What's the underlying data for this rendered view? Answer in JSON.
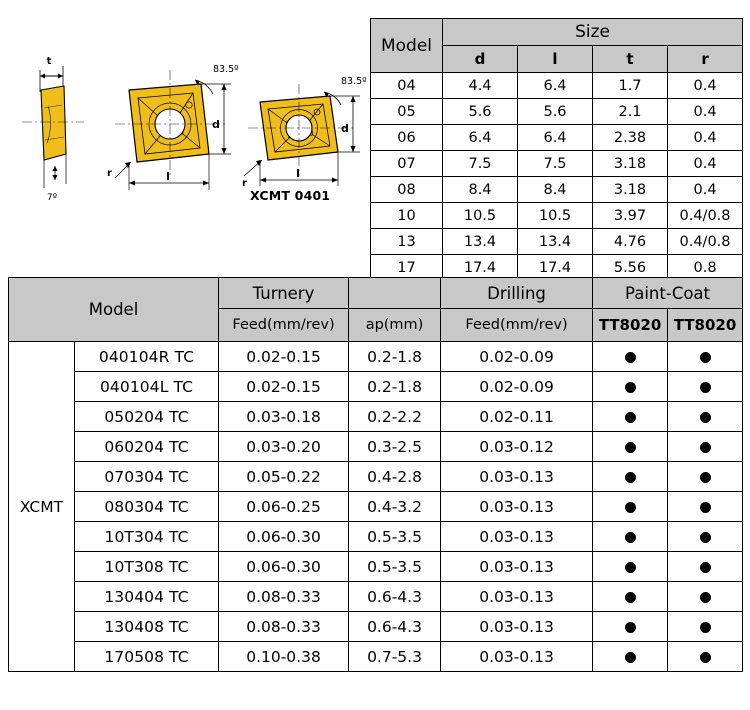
{
  "drawings": {
    "caption": "XCMT 0401",
    "labels": {
      "thickness": "t",
      "clearance_angle": "7º",
      "corner_radius": "r",
      "length": "l",
      "diameter": "d",
      "included_angle": "83.5º"
    },
    "colors": {
      "insert_fill": "#EFBE1D",
      "insert_fill_dark": "#D9A411",
      "insert_edge": "#000000"
    }
  },
  "size_table": {
    "headers": {
      "model": "Model",
      "size": "Size",
      "sub": [
        "d",
        "l",
        "t",
        "r"
      ]
    },
    "rows": [
      {
        "model": "04",
        "d": "4.4",
        "l": "6.4",
        "t": "1.7",
        "r": "0.4"
      },
      {
        "model": "05",
        "d": "5.6",
        "l": "5.6",
        "t": "2.1",
        "r": "0.4"
      },
      {
        "model": "06",
        "d": "6.4",
        "l": "6.4",
        "t": "2.38",
        "r": "0.4"
      },
      {
        "model": "07",
        "d": "7.5",
        "l": "7.5",
        "t": "3.18",
        "r": "0.4"
      },
      {
        "model": "08",
        "d": "8.4",
        "l": "8.4",
        "t": "3.18",
        "r": "0.4"
      },
      {
        "model": "10",
        "d": "10.5",
        "l": "10.5",
        "t": "3.97",
        "r": "0.4/0.8"
      },
      {
        "model": "13",
        "d": "13.4",
        "l": "13.4",
        "t": "4.76",
        "r": "0.4/0.8"
      },
      {
        "model": "17",
        "d": "17.4",
        "l": "17.4",
        "t": "5.56",
        "r": "0.8"
      }
    ]
  },
  "main_table": {
    "headers": {
      "model": "Model",
      "turnery": "Turnery",
      "turnery_blank": "",
      "drilling": "Drilling",
      "paint_coat": "Paint-Coat",
      "turnery_feed": "Feed(mm/rev)",
      "ap": "ap(mm)",
      "drilling_feed": "Feed(mm/rev)",
      "coat_1": "TT8020",
      "coat_2": "TT8020"
    },
    "family": "XCMT",
    "dot_symbol": "●",
    "rows": [
      {
        "model": "040104R TC",
        "turnery_feed": "0.02-0.15",
        "ap": "0.2-1.8",
        "drilling_feed": "0.02-0.09",
        "coat_1": true,
        "coat_2": true
      },
      {
        "model": "040104L TC",
        "turnery_feed": "0.02-0.15",
        "ap": "0.2-1.8",
        "drilling_feed": "0.02-0.09",
        "coat_1": true,
        "coat_2": true
      },
      {
        "model": "050204 TC",
        "turnery_feed": "0.03-0.18",
        "ap": "0.2-2.2",
        "drilling_feed": "0.02-0.11",
        "coat_1": true,
        "coat_2": true
      },
      {
        "model": "060204 TC",
        "turnery_feed": "0.03-0.20",
        "ap": "0.3-2.5",
        "drilling_feed": "0.03-0.12",
        "coat_1": true,
        "coat_2": true
      },
      {
        "model": "070304 TC",
        "turnery_feed": "0.05-0.22",
        "ap": "0.4-2.8",
        "drilling_feed": "0.03-0.13",
        "coat_1": true,
        "coat_2": true
      },
      {
        "model": "080304 TC",
        "turnery_feed": "0.06-0.25",
        "ap": "0.4-3.2",
        "drilling_feed": "0.03-0.13",
        "coat_1": true,
        "coat_2": true
      },
      {
        "model": "10T304 TC",
        "turnery_feed": "0.06-0.30",
        "ap": "0.5-3.5",
        "drilling_feed": "0.03-0.13",
        "coat_1": true,
        "coat_2": true
      },
      {
        "model": "10T308 TC",
        "turnery_feed": "0.06-0.30",
        "ap": "0.5-3.5",
        "drilling_feed": "0.03-0.13",
        "coat_1": true,
        "coat_2": true
      },
      {
        "model": "130404 TC",
        "turnery_feed": "0.08-0.33",
        "ap": "0.6-4.3",
        "drilling_feed": "0.03-0.13",
        "coat_1": true,
        "coat_2": true
      },
      {
        "model": "130408 TC",
        "turnery_feed": "0.08-0.33",
        "ap": "0.6-4.3",
        "drilling_feed": "0.03-0.13",
        "coat_1": true,
        "coat_2": true
      },
      {
        "model": "170508 TC",
        "turnery_feed": "0.10-0.38",
        "ap": "0.7-5.3",
        "drilling_feed": "0.03-0.13",
        "coat_1": true,
        "coat_2": true
      }
    ]
  },
  "colors": {
    "header_gray": "#C8C8C8",
    "border": "#000000",
    "text": "#000000"
  }
}
